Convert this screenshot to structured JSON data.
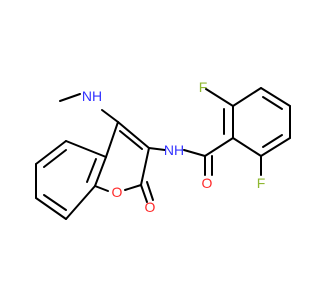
{
  "molecule": {
    "atom_labels": {
      "amine_nh": "NH",
      "amide_nh": "NH",
      "ring_oxygen": "O",
      "lactone_carbonyl_oxygen": "O",
      "amide_carbonyl_oxygen": "O",
      "fluorine_top": "F",
      "fluorine_bottom": "F"
    }
  },
  "colors": {
    "bond": "#000000",
    "nitrogen": "#3333ff",
    "oxygen": "#ff2a2a",
    "fluorine": "#8fb832",
    "background": "#ffffff"
  }
}
